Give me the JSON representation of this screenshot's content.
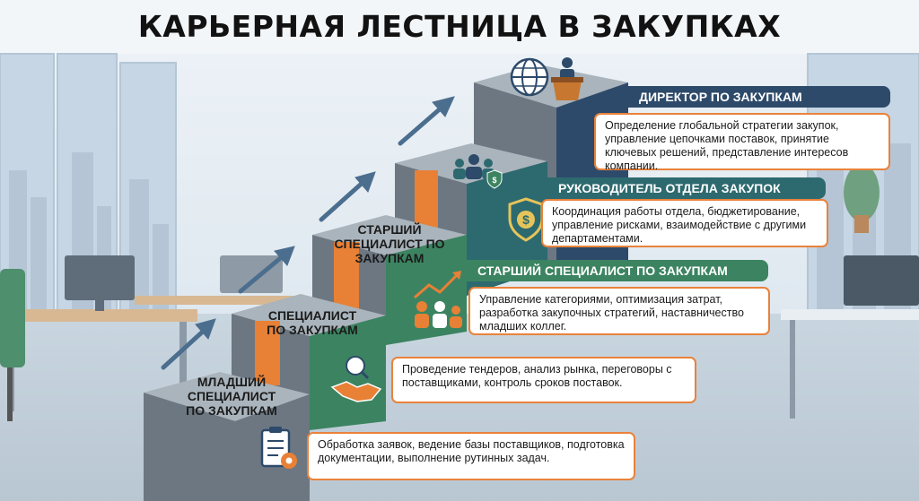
{
  "title": "КАРЬЕРНАЯ ЛЕСТНИЦА В ЗАКУПКАХ",
  "colors": {
    "step_front": "#6c7782",
    "step_top": "#aab4bc",
    "green": "#3c8461",
    "teal": "#2d6a6f",
    "navy": "#2d4a6a",
    "orange": "#e88036",
    "arrow": "#4c6e8e"
  },
  "steps": [
    {
      "label": "МЛАДШИЙ СПЕЦИАЛИСТ ПО ЗАКУПКАМ",
      "lines": [
        "МЛАДШИЙ",
        "СПЕЦИАЛИСТ",
        "ПО ЗАКУПКАМ"
      ],
      "icon": "clipboard-gear-icon",
      "description": "Обработка заявок, ведение базы поставщиков, подготовка документации, выполнение рутинных задач."
    },
    {
      "label": "СПЕЦИАЛИСТ ПО ЗАКУПКАМ",
      "lines": [
        "СПЕЦИАЛИСТ",
        "ПО ЗАКУПКАМ"
      ],
      "icon": "handshake-icon",
      "description": "Проведение тендеров, анализ рынка, переговоры с поставщиками, контроль сроков поставок."
    },
    {
      "label": "СТАРШИЙ СПЕЦИАЛИСТ ПО ЗАКУПКАМ",
      "lines": [
        "СТАРШИЙ",
        "СПЕЦИАЛИСТ ПО",
        "ЗАКУПКАМ"
      ],
      "icon": "team-growth-icon",
      "header": "СТАРШИЙ СПЕЦИАЛИСТ ПО ЗАКУПКАМ",
      "description": "Управление категориями, оптимизация затрат, разработка закупочных стратегий, наставничество младших коллег."
    },
    {
      "label": "РУКОВОДИТЕЛЬ ОТДЕЛА ЗАКУПОК",
      "icon": "team-shield-icon",
      "header": "РУКОВОДИТЕЛЬ ОТДЕЛА ЗАКУПОК",
      "description": "Координация работы отдела, бюджетирование, управление рисками, взаимодействие с другими департаментами."
    },
    {
      "label": "ДИРЕКТОР ПО ЗАКУПКАМ",
      "icon": "globe-podium-icon",
      "header": "ДИРЕКТОР ПО ЗАКУПКАМ",
      "description": "Определение глобальной стратегии закупок, управление цепочками поставок, принятие ключевых решений, представление интересов компании."
    }
  ],
  "shield_icon": "dollar-shield-icon"
}
